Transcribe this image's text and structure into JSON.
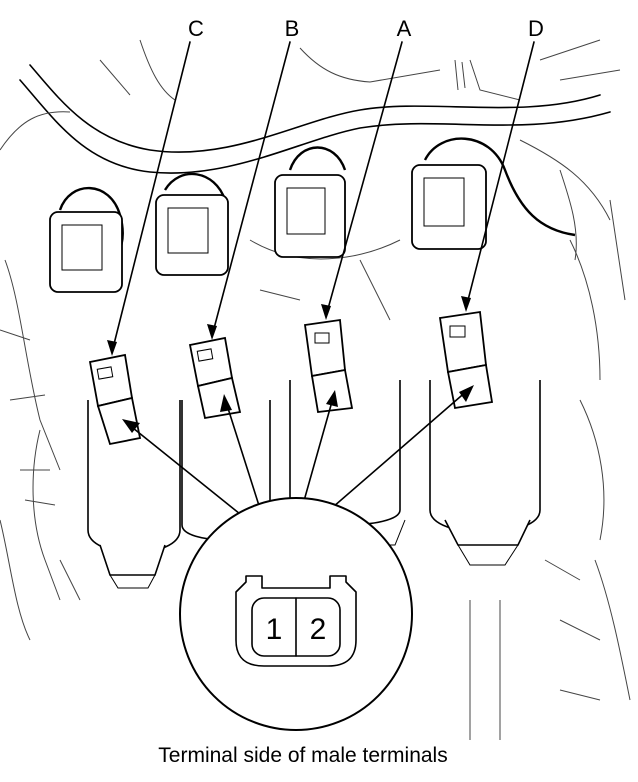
{
  "diagram": {
    "callouts": [
      {
        "id": "C",
        "label": "C"
      },
      {
        "id": "B",
        "label": "B"
      },
      {
        "id": "A",
        "label": "A"
      },
      {
        "id": "D",
        "label": "D"
      }
    ],
    "terminal_pins": [
      "1",
      "2"
    ],
    "caption": "Terminal side of male terminals"
  }
}
